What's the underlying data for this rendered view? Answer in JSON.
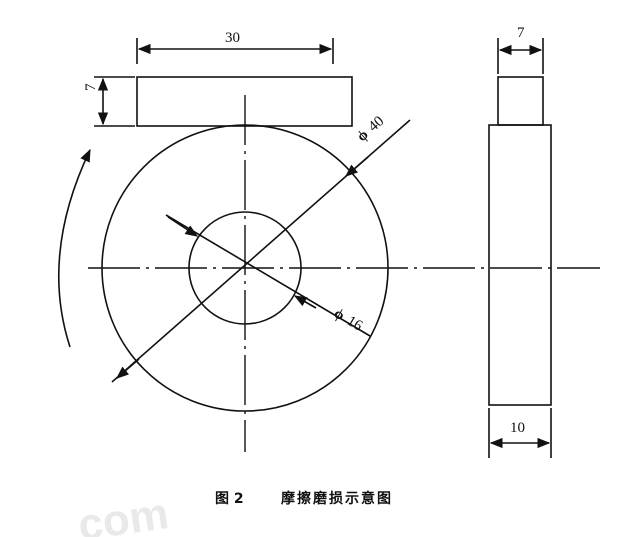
{
  "front_view": {
    "block_width_dim": "30",
    "block_height_dim": "7",
    "outer_diameter_dim": "40",
    "inner_diameter_dim": "16",
    "diameter_symbol": "ϕ"
  },
  "side_view": {
    "pin_width_dim": "7",
    "disc_thickness_dim": "10"
  },
  "caption": {
    "figure_label": "图 2",
    "title": "摩擦磨损示意图"
  },
  "watermark": "com"
}
